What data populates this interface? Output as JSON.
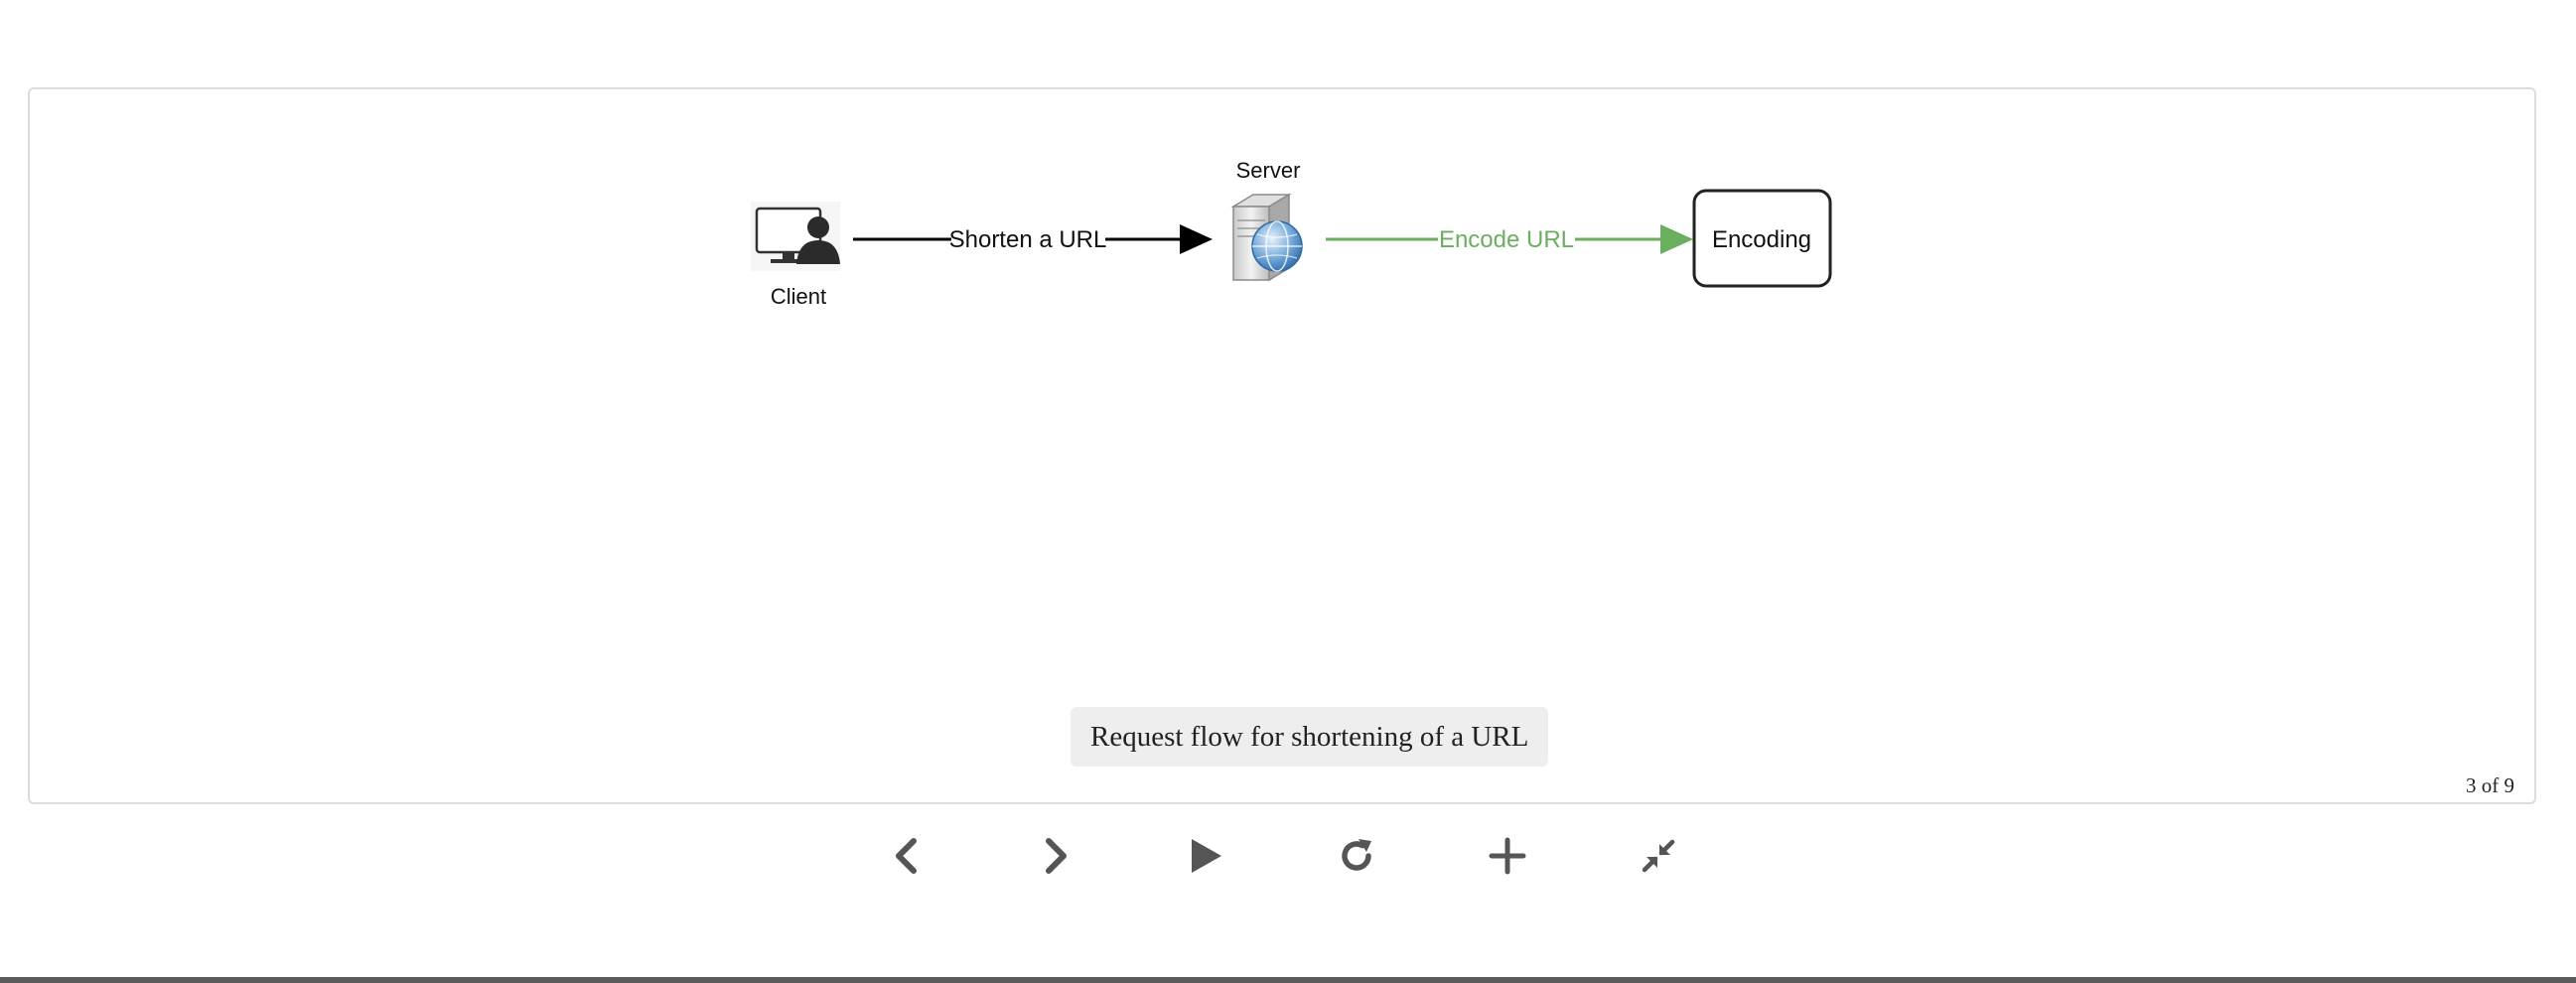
{
  "diagram": {
    "client_label": "Client",
    "server_label": "Server",
    "edge_shorten_label": "Shorten a URL",
    "edge_encode_label": "Encode URL",
    "encoding_box_label": "Encoding",
    "edge_encode_color": "#6aaf5e"
  },
  "caption": "Request flow for shortening of a URL",
  "counter": "3 of 9",
  "controls": {
    "icons": [
      "chevron-left-icon",
      "chevron-right-icon",
      "play-icon",
      "refresh-icon",
      "plus-icon",
      "collapse-icon"
    ]
  }
}
